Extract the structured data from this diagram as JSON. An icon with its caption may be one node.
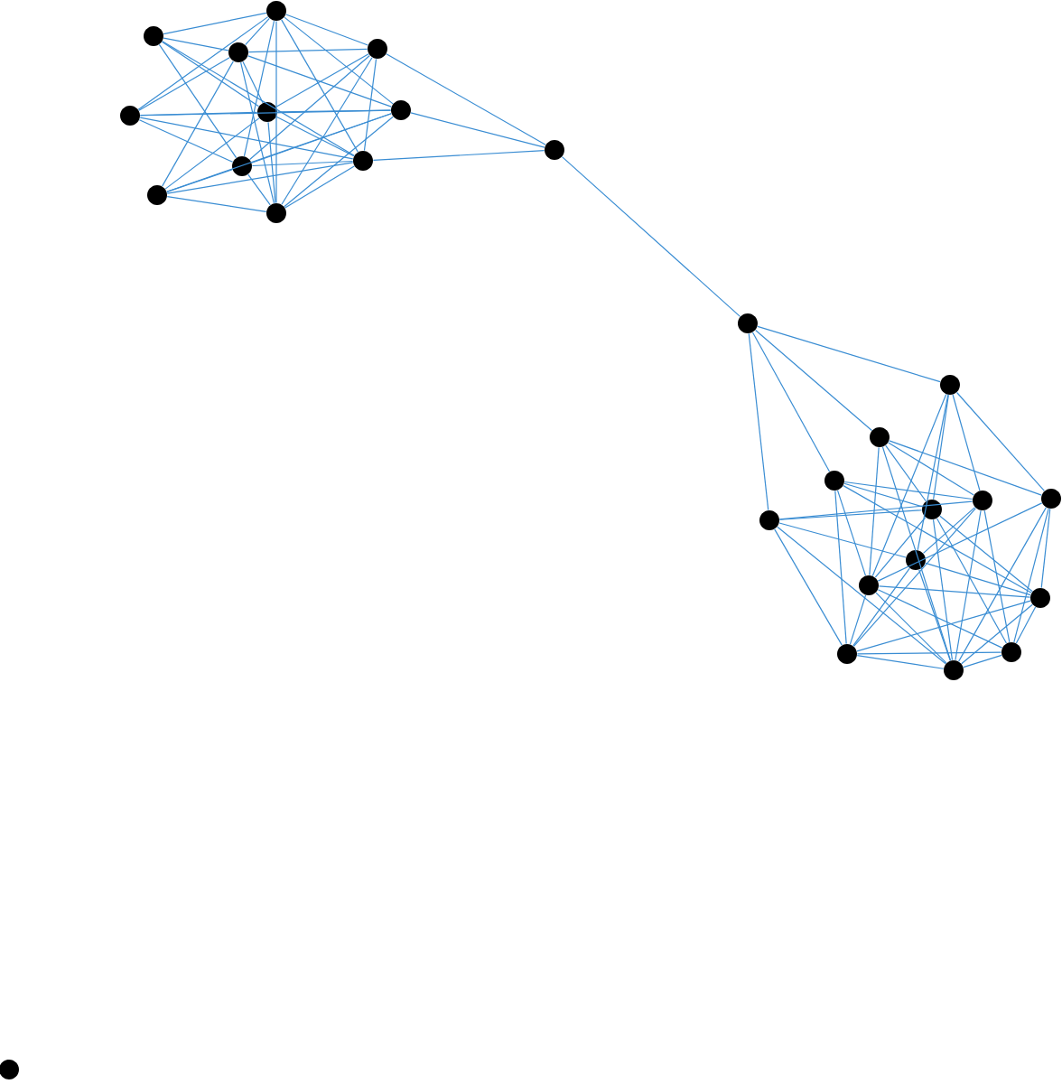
{
  "diagram": {
    "nodes": [
      {
        "text": [],
        "shape": "circle"
      },
      {
        "text": [],
        "shape": "circle"
      },
      {
        "text": [],
        "shape": "circle"
      },
      {
        "text": [],
        "shape": "circle"
      },
      {
        "text": [],
        "shape": "circle"
      },
      {
        "text": [],
        "shape": "circle"
      },
      {
        "text": [],
        "shape": "circle"
      },
      {
        "text": [],
        "shape": "circle"
      },
      {
        "text": [],
        "shape": "circle"
      },
      {
        "text": [],
        "shape": "circle"
      },
      {
        "text": [],
        "shape": "circle"
      },
      {
        "text": [],
        "shape": "circle"
      },
      {
        "text": [],
        "shape": "circle"
      },
      {
        "text": [],
        "shape": "circle"
      },
      {
        "text": [],
        "shape": "circle"
      },
      {
        "text": [],
        "shape": "circle"
      },
      {
        "text": [],
        "shape": "circle"
      },
      {
        "text": [],
        "shape": "circle"
      },
      {
        "text": [],
        "shape": "circle"
      },
      {
        "text": [],
        "shape": "circle"
      },
      {
        "text": [],
        "shape": "circle"
      },
      {
        "text": [],
        "shape": "circle"
      },
      {
        "text": [],
        "shape": "circle"
      },
      {
        "text": [],
        "shape": "circle"
      },
      {
        "text": [],
        "shape": "circle"
      },
      {
        "text": [],
        "shape": "circle"
      },
      {
        "text": [],
        "shape": "circle"
      }
    ],
    "edges": [
      {
        "from": 0,
        "to": 1,
        "arrow": "none"
      },
      {
        "from": 0,
        "to": 2,
        "arrow": "none"
      },
      {
        "from": 0,
        "to": 5,
        "arrow": "none"
      },
      {
        "from": 0,
        "to": 7,
        "arrow": "none"
      },
      {
        "from": 0,
        "to": 8,
        "arrow": "none"
      },
      {
        "from": 1,
        "to": 2,
        "arrow": "none"
      },
      {
        "from": 1,
        "to": 3,
        "arrow": "none"
      },
      {
        "from": 1,
        "to": 4,
        "arrow": "none"
      },
      {
        "from": 1,
        "to": 6,
        "arrow": "none"
      },
      {
        "from": 1,
        "to": 7,
        "arrow": "none"
      },
      {
        "from": 1,
        "to": 8,
        "arrow": "none"
      },
      {
        "from": 1,
        "to": 10,
        "arrow": "none"
      },
      {
        "from": 2,
        "to": 3,
        "arrow": "none"
      },
      {
        "from": 2,
        "to": 4,
        "arrow": "none"
      },
      {
        "from": 2,
        "to": 6,
        "arrow": "none"
      },
      {
        "from": 2,
        "to": 9,
        "arrow": "none"
      },
      {
        "from": 2,
        "to": 10,
        "arrow": "none"
      },
      {
        "from": 2,
        "to": 5,
        "arrow": "none"
      },
      {
        "from": 3,
        "to": 5,
        "arrow": "none"
      },
      {
        "from": 3,
        "to": 7,
        "arrow": "none"
      },
      {
        "from": 3,
        "to": 11,
        "arrow": "none"
      },
      {
        "from": 3,
        "to": 8,
        "arrow": "none"
      },
      {
        "from": 3,
        "to": 10,
        "arrow": "none"
      },
      {
        "from": 4,
        "to": 5,
        "arrow": "none"
      },
      {
        "from": 4,
        "to": 6,
        "arrow": "none"
      },
      {
        "from": 4,
        "to": 7,
        "arrow": "none"
      },
      {
        "from": 4,
        "to": 8,
        "arrow": "none"
      },
      {
        "from": 5,
        "to": 6,
        "arrow": "none"
      },
      {
        "from": 5,
        "to": 9,
        "arrow": "none"
      },
      {
        "from": 5,
        "to": 10,
        "arrow": "none"
      },
      {
        "from": 5,
        "to": 8,
        "arrow": "none"
      },
      {
        "from": 6,
        "to": 7,
        "arrow": "none"
      },
      {
        "from": 6,
        "to": 9,
        "arrow": "none"
      },
      {
        "from": 6,
        "to": 11,
        "arrow": "none"
      },
      {
        "from": 6,
        "to": 10,
        "arrow": "none"
      },
      {
        "from": 7,
        "to": 8,
        "arrow": "none"
      },
      {
        "from": 7,
        "to": 9,
        "arrow": "none"
      },
      {
        "from": 7,
        "to": 10,
        "arrow": "none"
      },
      {
        "from": 8,
        "to": 10,
        "arrow": "none"
      },
      {
        "from": 8,
        "to": 11,
        "arrow": "none"
      },
      {
        "from": 8,
        "to": 9,
        "arrow": "none"
      },
      {
        "from": 9,
        "to": 10,
        "arrow": "none"
      },
      {
        "from": 11,
        "to": 12,
        "arrow": "none"
      },
      {
        "from": 12,
        "to": 13,
        "arrow": "none"
      },
      {
        "from": 12,
        "to": 15,
        "arrow": "none"
      },
      {
        "from": 12,
        "to": 14,
        "arrow": "none"
      },
      {
        "from": 12,
        "to": 19,
        "arrow": "none"
      },
      {
        "from": 13,
        "to": 16,
        "arrow": "none"
      },
      {
        "from": 13,
        "to": 17,
        "arrow": "none"
      },
      {
        "from": 13,
        "to": 18,
        "arrow": "none"
      },
      {
        "from": 13,
        "to": 21,
        "arrow": "none"
      },
      {
        "from": 13,
        "to": 20,
        "arrow": "none"
      },
      {
        "from": 14,
        "to": 16,
        "arrow": "none"
      },
      {
        "from": 14,
        "to": 17,
        "arrow": "none"
      },
      {
        "from": 14,
        "to": 18,
        "arrow": "none"
      },
      {
        "from": 14,
        "to": 21,
        "arrow": "none"
      },
      {
        "from": 14,
        "to": 24,
        "arrow": "none"
      },
      {
        "from": 15,
        "to": 16,
        "arrow": "none"
      },
      {
        "from": 15,
        "to": 17,
        "arrow": "none"
      },
      {
        "from": 15,
        "to": 21,
        "arrow": "none"
      },
      {
        "from": 15,
        "to": 22,
        "arrow": "none"
      },
      {
        "from": 15,
        "to": 23,
        "arrow": "none"
      },
      {
        "from": 16,
        "to": 19,
        "arrow": "none"
      },
      {
        "from": 16,
        "to": 21,
        "arrow": "none"
      },
      {
        "from": 16,
        "to": 24,
        "arrow": "none"
      },
      {
        "from": 16,
        "to": 25,
        "arrow": "none"
      },
      {
        "from": 16,
        "to": 22,
        "arrow": "none"
      },
      {
        "from": 17,
        "to": 20,
        "arrow": "none"
      },
      {
        "from": 17,
        "to": 23,
        "arrow": "none"
      },
      {
        "from": 17,
        "to": 24,
        "arrow": "none"
      },
      {
        "from": 17,
        "to": 25,
        "arrow": "none"
      },
      {
        "from": 18,
        "to": 21,
        "arrow": "none"
      },
      {
        "from": 18,
        "to": 22,
        "arrow": "none"
      },
      {
        "from": 18,
        "to": 25,
        "arrow": "none"
      },
      {
        "from": 18,
        "to": 24,
        "arrow": "none"
      },
      {
        "from": 19,
        "to": 20,
        "arrow": "none"
      },
      {
        "from": 19,
        "to": 23,
        "arrow": "none"
      },
      {
        "from": 19,
        "to": 17,
        "arrow": "none"
      },
      {
        "from": 19,
        "to": 24,
        "arrow": "none"
      },
      {
        "from": 20,
        "to": 22,
        "arrow": "none"
      },
      {
        "from": 20,
        "to": 24,
        "arrow": "none"
      },
      {
        "from": 20,
        "to": 23,
        "arrow": "none"
      },
      {
        "from": 21,
        "to": 22,
        "arrow": "none"
      },
      {
        "from": 21,
        "to": 23,
        "arrow": "none"
      },
      {
        "from": 21,
        "to": 24,
        "arrow": "none"
      },
      {
        "from": 21,
        "to": 25,
        "arrow": "none"
      },
      {
        "from": 22,
        "to": 23,
        "arrow": "none"
      },
      {
        "from": 22,
        "to": 24,
        "arrow": "none"
      },
      {
        "from": 22,
        "to": 25,
        "arrow": "none"
      },
      {
        "from": 23,
        "to": 24,
        "arrow": "none"
      },
      {
        "from": 23,
        "to": 25,
        "arrow": "none"
      },
      {
        "from": 24,
        "to": 25,
        "arrow": "none"
      }
    ]
  }
}
